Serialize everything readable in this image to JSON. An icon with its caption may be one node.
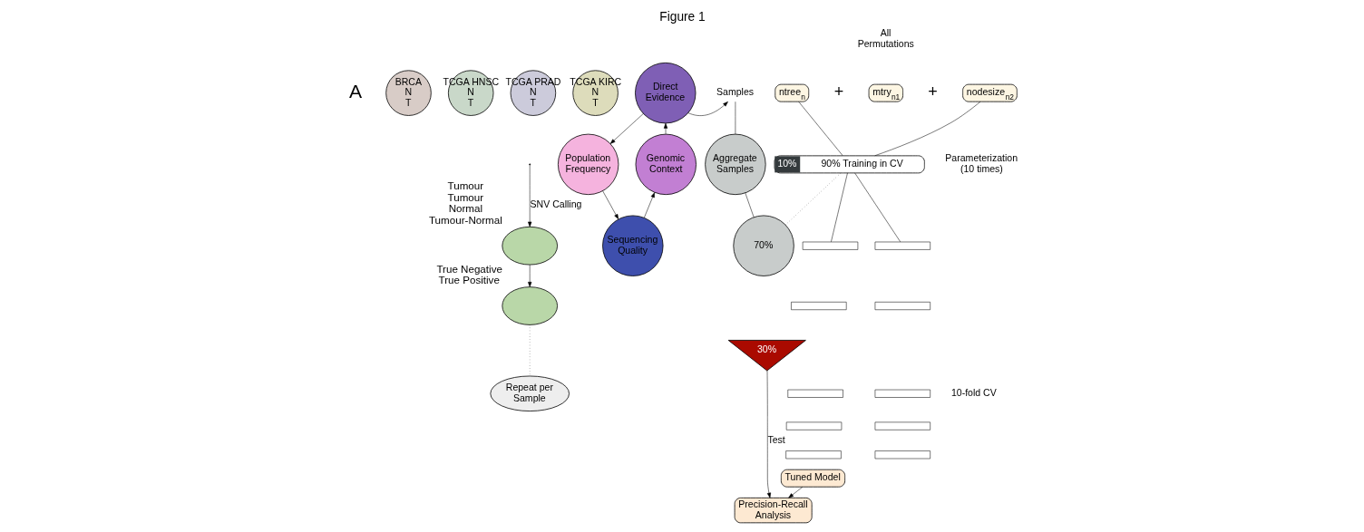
{
  "diagram": {
    "title": "Figure 1",
    "nodes": [
      {
        "text": [
          "BRCA",
          "N",
          "T"
        ]
      },
      {
        "text": [
          "TCGA HNSC",
          "N",
          "T"
        ]
      },
      {
        "text": [
          "TCGA PRAD",
          "N",
          "T"
        ]
      },
      {
        "text": [
          "TCGA KIRC",
          "N",
          "T"
        ]
      },
      {
        "text": [],
        "shape": "ellipse",
        "beside": [
          "Tumour",
          "Tumour",
          "Normal",
          "Tumour-Normal"
        ]
      },
      {
        "text": [],
        "shape": "ellipse",
        "beside": [
          "True Negative",
          "True Positive"
        ]
      },
      {
        "text": [
          "Repeat per Sample"
        ]
      },
      {
        "text": [
          "Direct Evidence"
        ]
      },
      {
        "text": [
          "Population Frequency"
        ]
      },
      {
        "text": [
          "Genomic Context"
        ]
      },
      {
        "text": [
          "Sequencing Quality"
        ]
      },
      {
        "text": [
          "Samples"
        ]
      },
      {
        "text": [
          "Aggregate Samples"
        ]
      },
      {
        "text": [
          "70%"
        ]
      },
      {
        "text": [
          "30%"
        ]
      },
      {
        "text": [
          "ntree$_{n}$"
        ]
      },
      {
        "text": [
          "mtry$_{n1}$"
        ]
      },
      {
        "text": [
          "nodesize$_{n2}$"
        ]
      },
      {
        "text": [
          "10%",
          "90% Training in CV"
        ]
      },
      {
        "text": [],
        "shape": "bar"
      },
      {
        "text": [],
        "shape": "bar"
      },
      {
        "text": [],
        "shape": "bar"
      },
      {
        "text": [],
        "shape": "bar"
      },
      {
        "text": [],
        "shape": "bar"
      },
      {
        "text": [],
        "shape": "bar"
      },
      {
        "text": [],
        "shape": "bar"
      },
      {
        "text": [],
        "shape": "bar"
      },
      {
        "text": [],
        "shape": "bar"
      },
      {
        "text": [],
        "shape": "bar"
      },
      {
        "text": [
          "Tuned Model"
        ]
      },
      {
        "text": [
          "Precision-Recall Analysis"
        ]
      }
    ],
    "edges": [
      {
        "from": null,
        "to": 4,
        "arrow": "to",
        "label": "SNV Calling"
      },
      {
        "from": 4,
        "to": 5,
        "arrow": "to"
      },
      {
        "from": 5,
        "to": 6,
        "arrow": "none",
        "style": "dashed"
      },
      {
        "from": 7,
        "to": 8,
        "arrow": "to"
      },
      {
        "from": 8,
        "to": 10,
        "arrow": "to"
      },
      {
        "from": 10,
        "to": 9,
        "arrow": "to"
      },
      {
        "from": 9,
        "to": 7,
        "arrow": "to"
      },
      {
        "from": 7,
        "to": 11,
        "arrow": "to"
      },
      {
        "from": 11,
        "to": 12,
        "arrow": "none"
      },
      {
        "from": 12,
        "to": 13,
        "arrow": "none"
      },
      {
        "from": 13,
        "to": 18,
        "arrow": "none",
        "style": "dashed"
      },
      {
        "from": 15,
        "to": 18,
        "arrow": "none"
      },
      {
        "from": 17,
        "to": 18,
        "arrow": "none"
      },
      {
        "from": 18,
        "to": 19,
        "arrow": "none"
      },
      {
        "from": 18,
        "to": 24,
        "arrow": "none"
      },
      {
        "from": 14,
        "to": 30,
        "arrow": "to",
        "label": "Test"
      },
      {
        "from": 29,
        "to": 30,
        "arrow": "to"
      }
    ],
    "labels": [
      "A",
      "All Permutations",
      "+",
      "+",
      "10-fold CV",
      "Parameterization (10 times)"
    ]
  }
}
